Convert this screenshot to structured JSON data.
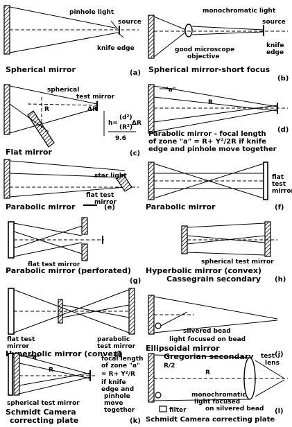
{
  "panels": {
    "a": {
      "tag": "(a)",
      "caption": "Spherical mirror",
      "labels": {
        "pinhole": "pinhole light",
        "source": "source",
        "knife": "knife edge"
      }
    },
    "b": {
      "tag": "(b)",
      "caption": "Spherical mirror-short focus",
      "labels": {
        "mono": "monochromatic light",
        "source": "source",
        "knife": "knife",
        "edge": "edge",
        "micro1": "good microscope",
        "micro2": "objective"
      }
    },
    "c": {
      "tag": "(c)",
      "caption": "Flat mirror",
      "labels": {
        "spherical1": "spherical",
        "spherical2": "test mirror",
        "r": "R",
        "deltar": "ΔR",
        "formula_h": "h=",
        "formula_num": "(d²)",
        "formula_den": "(R²)",
        "formula_dr": "ΔR",
        "formula_96": "9.6"
      }
    },
    "d": {
      "tag": "(d)",
      "caption_l1": "Parabolic mirror - focal length",
      "caption_l2": "of zone \"a\" = R+ Y²/2R if knife",
      "caption_l3": "edge and pinhole move together",
      "labels": {
        "a": "\"a\"",
        "r": "R"
      }
    },
    "e": {
      "tag": "(e)",
      "caption": "Parabolic mirror",
      "labels": {
        "star": "star light",
        "flat1": "flat test",
        "flat2": "mirror"
      }
    },
    "f": {
      "tag": "(f)",
      "caption": "Parabolic mirror",
      "labels": {
        "flat1": "flat",
        "flat2": "test",
        "flat3": "mirror"
      }
    },
    "g": {
      "tag": "(g)",
      "caption": "Parabolic mirror (perforated)",
      "labels": {
        "flat": "flat test mirror"
      }
    },
    "h": {
      "tag": "(h)",
      "caption_l1": "Hyperbolic mirror (convex)",
      "caption_l2": "Cassegrain secondary",
      "labels": {
        "sph": "spherical test mirror"
      }
    },
    "i": {
      "tag": "(i)",
      "caption": "Hyperbolic mirror (convex)",
      "labels": {
        "flat1": "flat test",
        "flat2": "mirror",
        "para1": "parabolic",
        "para2": "test mirror"
      }
    },
    "j": {
      "tag": "(j)",
      "caption_l1": "Ellipsoidal mirror",
      "caption_l2": "Gregorian secondary",
      "labels": {
        "bead": "silvered bead",
        "focus": "light focused on bead"
      }
    },
    "k": {
      "tag": "(k)",
      "caption_l1": "Schmidt Camera",
      "caption_l2": "correcting plate",
      "labels": {
        "a": "\"a\"",
        "r": "R",
        "f1": "focal length",
        "f2": "of zone \"a\"",
        "f3": "= R+ Y²/R",
        "f4": "if knife",
        "f5": "edge and",
        "f6": "pinhole",
        "f7": "move",
        "f8": "together",
        "sph": "spherical test mirror"
      }
    },
    "l": {
      "tag": "(l)",
      "caption": "Schmidt Camera correcting plate",
      "labels": {
        "test": "test",
        "lens": "lens",
        "r2": "R/2",
        "r": "R",
        "mono1": "monochromatic",
        "mono2": "light focused",
        "mono3": "on silvered bead",
        "filter": "filter"
      }
    }
  }
}
